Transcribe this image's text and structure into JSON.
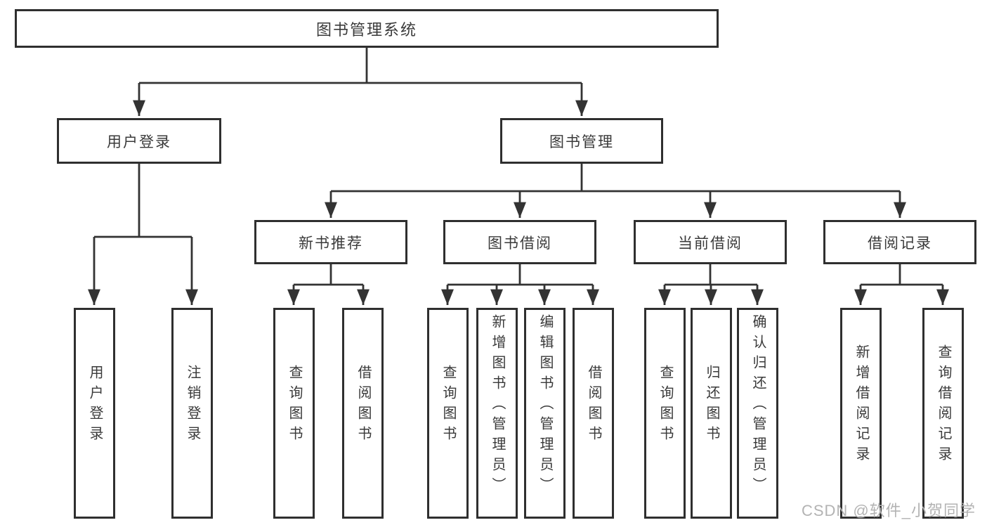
{
  "diagram": {
    "root": {
      "label": "图书管理系统"
    },
    "branches": [
      {
        "label": "用户登录",
        "children": [
          {
            "label": "用户登录"
          },
          {
            "label": "注销登录"
          }
        ]
      },
      {
        "label": "图书管理",
        "groups": [
          {
            "label": "新书推荐",
            "children": [
              {
                "label": "查询图书"
              },
              {
                "label": "借阅图书"
              }
            ]
          },
          {
            "label": "图书借阅",
            "children": [
              {
                "label": "查询图书"
              },
              {
                "label": "新增图书（管理员）"
              },
              {
                "label": "编辑图书（管理员）"
              },
              {
                "label": "借阅图书"
              }
            ]
          },
          {
            "label": "当前借阅",
            "children": [
              {
                "label": "查询图书"
              },
              {
                "label": "归还图书"
              },
              {
                "label": "确认归还（管理员）"
              }
            ]
          },
          {
            "label": "借阅记录",
            "children": [
              {
                "label": "新增借阅记录"
              },
              {
                "label": "查询借阅记录"
              }
            ]
          }
        ]
      }
    ]
  },
  "watermark": {
    "text": "CSDN @软件_小贺同学"
  },
  "colors": {
    "line_color": "#333333",
    "border_color": "#2f2f2f",
    "text_color": "#3a3a3a",
    "watermark_color": "#b3b3b3",
    "bg_color": "#ffffff"
  }
}
